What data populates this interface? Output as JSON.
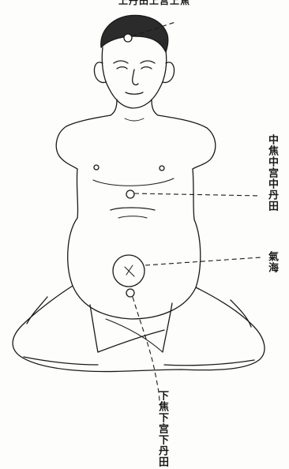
{
  "labels": {
    "upper": "上丹田上宫上焦",
    "middle": "中焦中宫中丹田",
    "qihai": "氣海",
    "lower": "下焦下宫下丹田"
  },
  "colors": {
    "ink": "#1a1a1a",
    "paper": "#fdfdfb"
  }
}
